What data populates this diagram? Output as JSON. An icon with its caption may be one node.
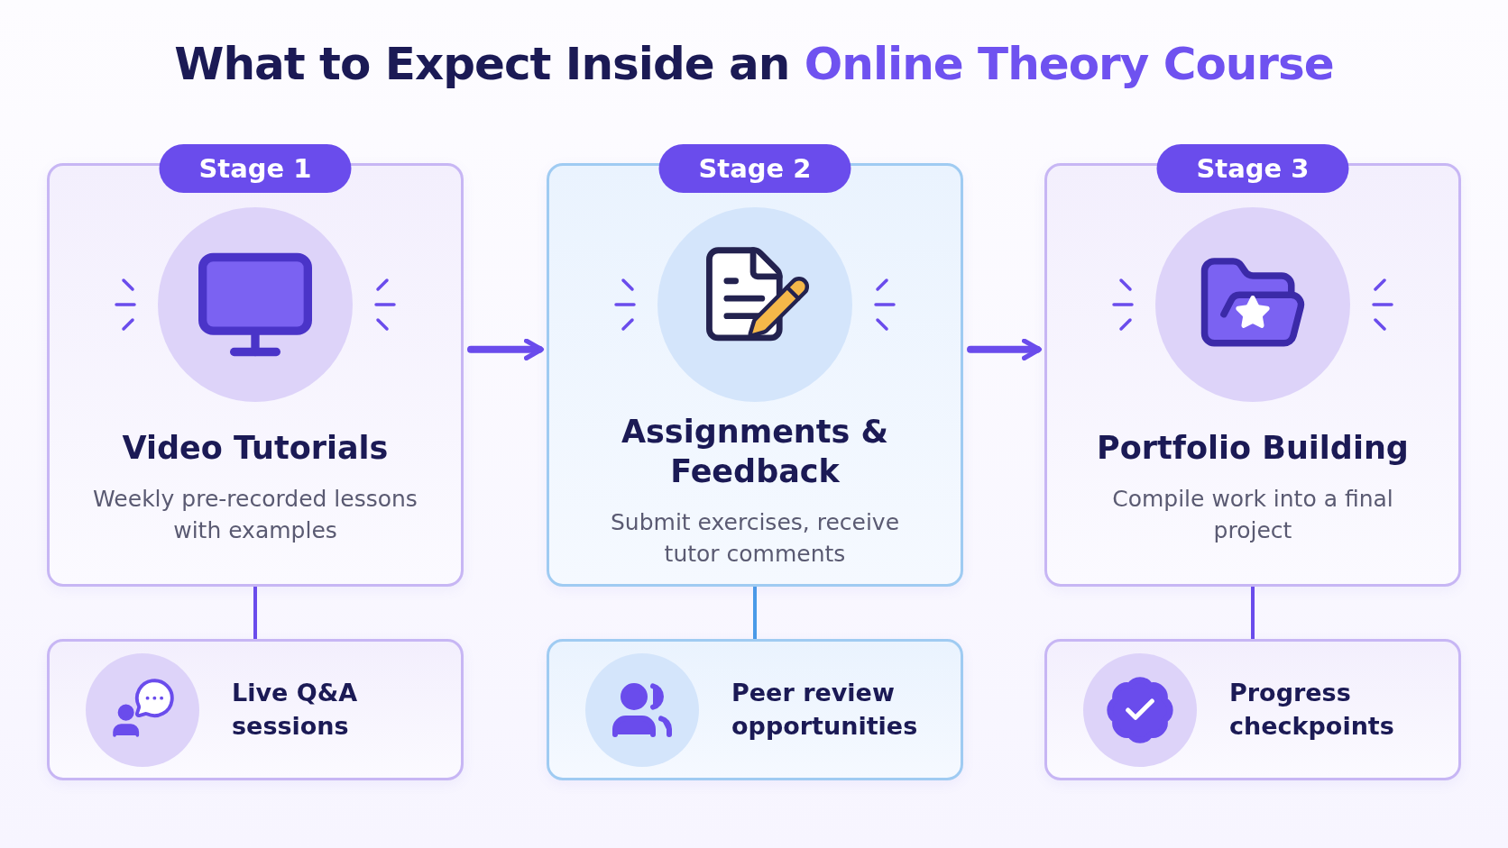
{
  "diagram": {
    "title": "What to Expect Inside an **Online Theory Course**",
    "nodes": [
      {
        "text": [
          "Stage 1",
          "Video Tutorials",
          "Weekly pre-recorded lessons with examples"
        ]
      },
      {
        "text": [
          "Stage 2",
          "Assignments & Feedback",
          "Submit exercises, receive tutor comments"
        ]
      },
      {
        "text": [
          "Stage 3",
          "Portfolio Building",
          "Compile work into a final project"
        ]
      },
      {
        "text": [
          "Live Q&A sessions"
        ]
      },
      {
        "text": [
          "Peer review opportunities"
        ]
      },
      {
        "text": [
          "Progress checkpoints"
        ]
      }
    ],
    "edges": [
      {
        "from": 0,
        "to": 1,
        "arrow": "to",
        "style": "thick"
      },
      {
        "from": 1,
        "to": 2,
        "arrow": "to",
        "style": "thick"
      },
      {
        "from": 0,
        "to": 3,
        "arrow": "none"
      },
      {
        "from": 1,
        "to": 4,
        "arrow": "none",
        "color": "#4a9be8"
      },
      {
        "from": 2,
        "to": 5,
        "arrow": "none"
      }
    ]
  }
}
